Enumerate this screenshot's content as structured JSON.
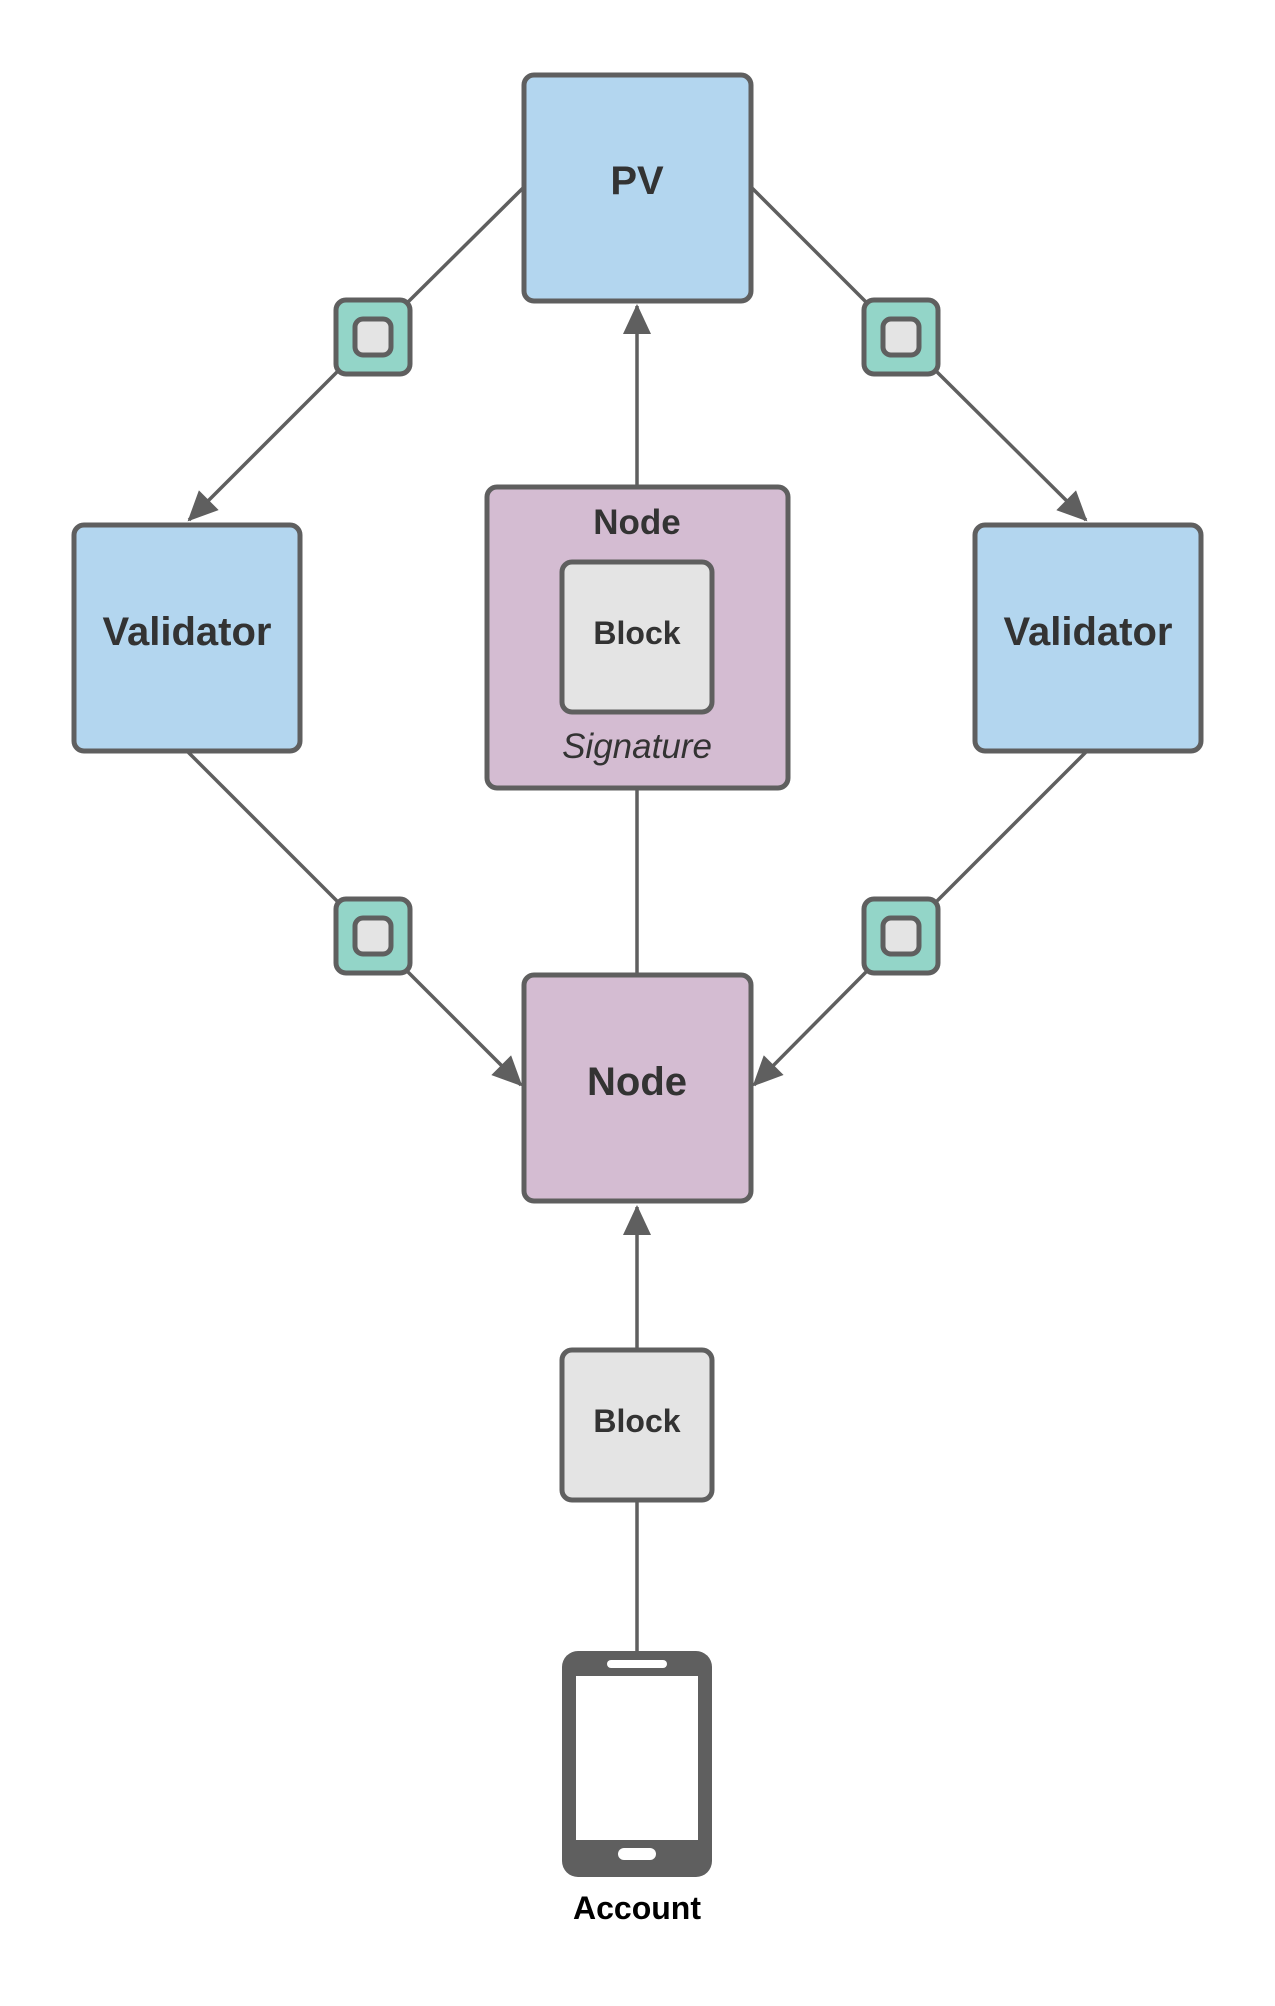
{
  "diagram": {
    "nodes": {
      "pv": {
        "label": "PV"
      },
      "validator_left": {
        "label": "Validator"
      },
      "validator_right": {
        "label": "Validator"
      },
      "node_signed": {
        "title": "Node",
        "inner_label": "Block",
        "caption": "Signature"
      },
      "node_main": {
        "label": "Node"
      },
      "block": {
        "label": "Block"
      },
      "account": {
        "label": "Account"
      }
    },
    "connector_icon": "rounded-square-token-icon",
    "device_icon": "smartphone-icon",
    "colors": {
      "stroke": "#5f5f5f",
      "validator_fill": "#b3d6ef",
      "node_fill": "#d4bcd2",
      "block_fill": "#e4e4e4",
      "connector_fill": "#93d5c8",
      "text": "#333333"
    }
  }
}
